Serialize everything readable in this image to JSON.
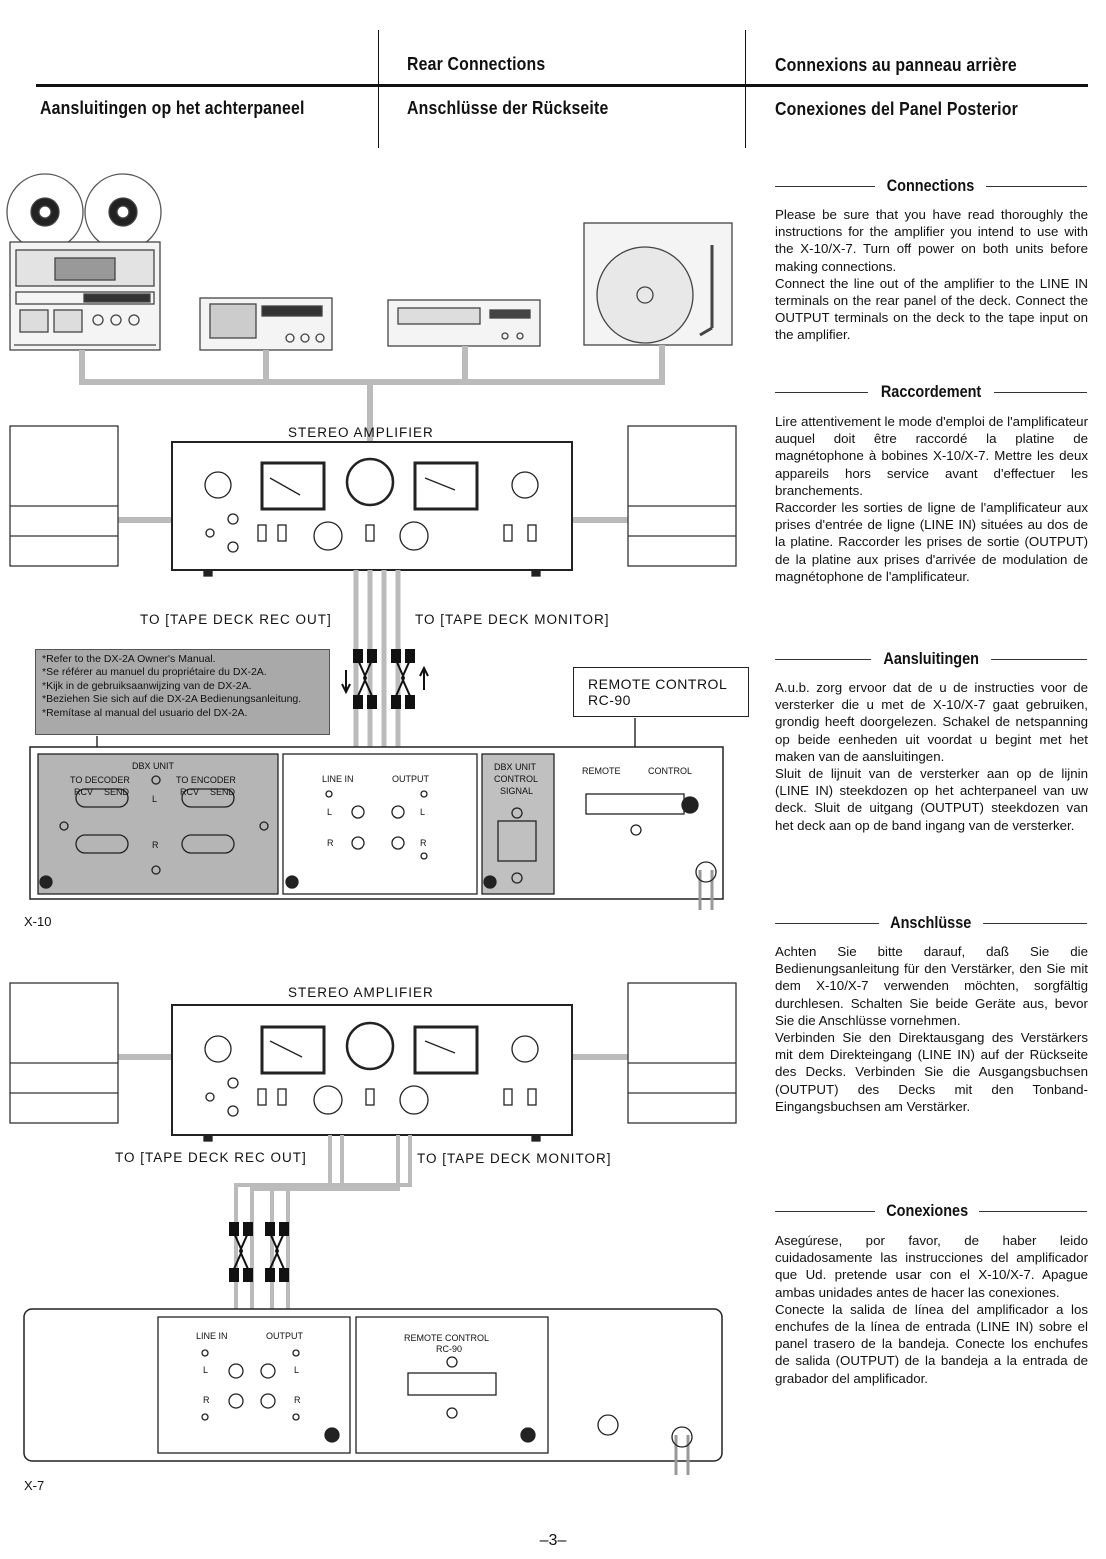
{
  "header": {
    "rear_connections": "Rear Connections",
    "connexions_fr": "Connexions au panneau arrière",
    "aansluitingen_nl": "Aansluitingen op het achterpaneel",
    "anschlusse_de": "Anschlüsse der Rückseite",
    "conexiones_es": "Conexiones del Panel Posterior"
  },
  "sections": {
    "en": {
      "title": "Connections",
      "p1": "Please be sure that you have read thoroughly the instructions for the amplifier you intend to use with the X-10/X-7. Turn off power on both units before making connections.",
      "p2": "Connect the line out of the amplifier to the LINE IN terminals on the rear panel of the deck. Connect the OUTPUT terminals on the deck to the tape input on the amplifier."
    },
    "fr": {
      "title": "Raccordement",
      "p1": "Lire attentivement le mode d'emploi de l'amplificateur auquel doit être raccordé la platine de magnétophone à bobines X-10/X-7. Mettre les deux appareils hors service avant d'effectuer les branchements.",
      "p2": "Raccorder les sorties de ligne de l'amplificateur aux prises d'entrée de ligne (LINE IN) situées au dos de la platine. Raccorder les prises de sortie (OUTPUT) de la platine aux prises d'arrivée de modulation de magnétophone de l'amplificateur."
    },
    "nl": {
      "title": "Aansluitingen",
      "p1": "A.u.b. zorg ervoor dat de u de instructies voor de versterker die u met de X-10/X-7 gaat gebruiken, grondig heeft doorgelezen. Schakel de netspanning op beide eenheden uit voordat u begint met het maken van de aansluitingen.",
      "p2": "Sluit de lijnuit van de versterker aan op de lijnin (LINE IN) steekdozen op het achterpaneel van uw deck. Sluit de uitgang (OUTPUT) steekdozen van het deck aan op de band ingang van de versterker."
    },
    "de": {
      "title": "Anschlüsse",
      "p1": "Achten Sie bitte darauf, daß Sie die Bedienungsanleitung für den Verstärker, den Sie mit dem X-10/X-7 verwenden möchten, sorgfältig durchlesen. Schalten Sie beide Geräte aus, bevor Sie die Anschlüsse vornehmen.",
      "p2": "Verbinden Sie den Direktausgang des Verstärkers mit dem Direkteingang (LINE IN) auf der Rückseite des Decks. Verbinden Sie die Ausgangsbuchsen (OUTPUT) des Decks mit den Tonband-Eingangsbuchsen am Verstärker."
    },
    "es": {
      "title": "Conexiones",
      "p1": "Asegúrese, por favor, de haber leido cuidadosamente las instrucciones del amplificador que Ud. pretende usar con el X-10/X-7. Apague ambas unidades antes de hacer las conexiones.",
      "p2": "Conecte la salida de línea del amplificador a los enchufes de la línea de entrada (LINE IN) sobre el panel trasero de la bandeja. Conecte los enchufes de salida (OUTPUT) de la bandeja a la entrada de grabador del amplificador."
    }
  },
  "diagram1": {
    "amp_label": "STEREO AMPLIFIER",
    "to_rec_out": "TO [TAPE DECK REC OUT]",
    "to_monitor": "TO [TAPE DECK MONITOR]",
    "remote_box_line1": "REMOTE CONTROL",
    "remote_box_line2": "RC-90",
    "model": "X-10",
    "notes": [
      "*Refer to the DX-2A Owner's Manual.",
      "*Se référer au manuel du propriétaire du DX-2A.",
      "*Kijk in de gebruiksaanwijzing van de DX-2A.",
      "*Beziehen Sie sich auf die DX-2A Bedienungsanleitung.",
      "*Remítase al manual del usuario del DX-2A."
    ],
    "panel": {
      "dbx_unit": "DBX UNIT",
      "to_decoder": "TO DECODER",
      "to_encoder": "TO ENCODER",
      "rcv": "RCV",
      "send": "SEND",
      "line_in": "LINE IN",
      "output": "OUTPUT",
      "dbx_control_1": "DBX UNIT",
      "dbx_control_2": "CONTROL",
      "dbx_control_3": "SIGNAL",
      "remote": "REMOTE",
      "control": "CONTROL",
      "L": "L",
      "R": "R"
    }
  },
  "diagram2": {
    "amp_label": "STEREO AMPLIFIER",
    "to_rec_out": "TO [TAPE DECK REC OUT]",
    "to_monitor": "TO [TAPE DECK MONITOR]",
    "model": "X-7",
    "panel": {
      "line_in": "LINE IN",
      "output": "OUTPUT",
      "remote_control": "REMOTE CONTROL",
      "rc90": "RC-90",
      "L": "L",
      "R": "R"
    }
  },
  "page_number": "–3–"
}
